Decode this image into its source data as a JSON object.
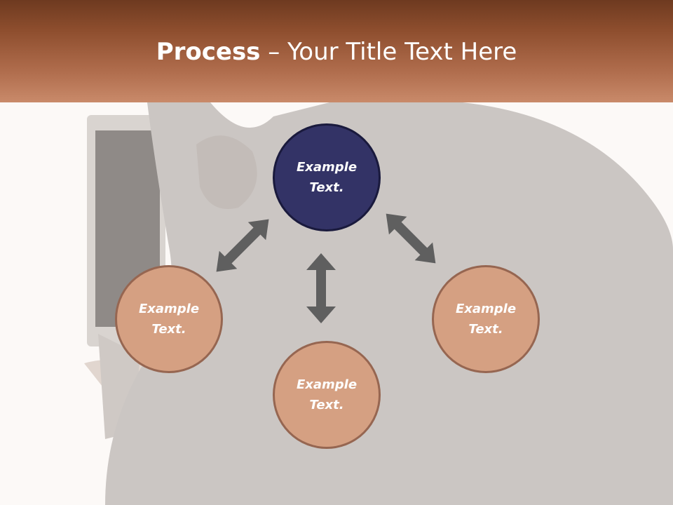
{
  "title": {
    "bold": "Process",
    "rest": " – Your Title Text Here"
  },
  "nodes": {
    "top": {
      "line1": "Example",
      "line2": "Text."
    },
    "left": {
      "line1": "Example",
      "line2": "Text."
    },
    "right": {
      "line1": "Example",
      "line2": "Text."
    },
    "bottom": {
      "line1": "Example",
      "line2": "Text."
    }
  },
  "colors": {
    "header_top": "#6e3a20",
    "header_bottom": "#c98a6a",
    "center_node": "#333366",
    "outer_node": "#d5a082",
    "arrow": "#5f5f5f"
  }
}
